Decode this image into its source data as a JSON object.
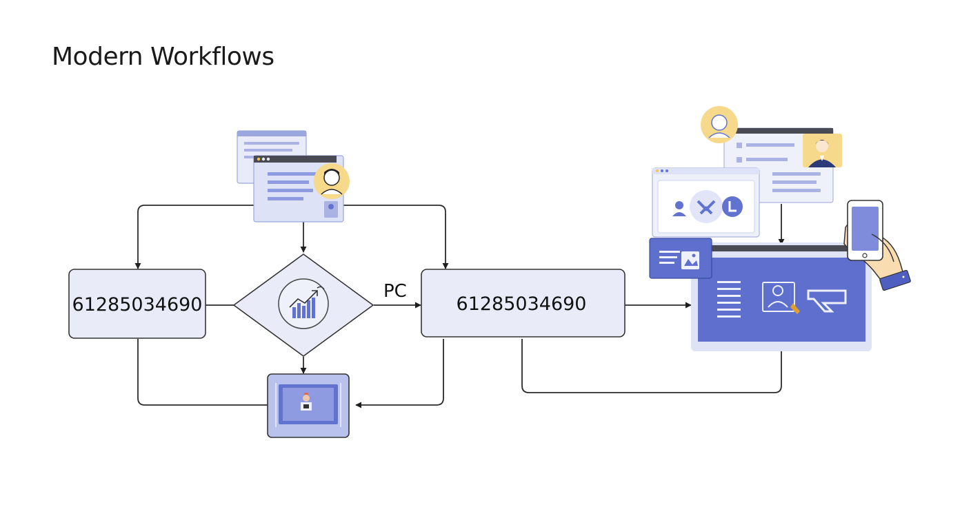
{
  "title": "Modern Workflows",
  "nodes": {
    "left_box": {
      "text": "61285034690"
    },
    "right_box": {
      "text": "61285034690"
    }
  },
  "edge_labels": {
    "diamond_to_right": "PC"
  },
  "icons": {
    "top_window": "document-window-icon",
    "top_avatar": "user-avatar-icon",
    "decision": "growth-chart-icon",
    "bottom_screen": "presenter-screen-icon",
    "app_screen": "application-dashboard-icon",
    "phone": "smartphone-in-hand-icon"
  },
  "colors": {
    "node_fill": "#e9ecf8",
    "accent": "#6273cf",
    "avatar_bg": "#f6d98a"
  }
}
